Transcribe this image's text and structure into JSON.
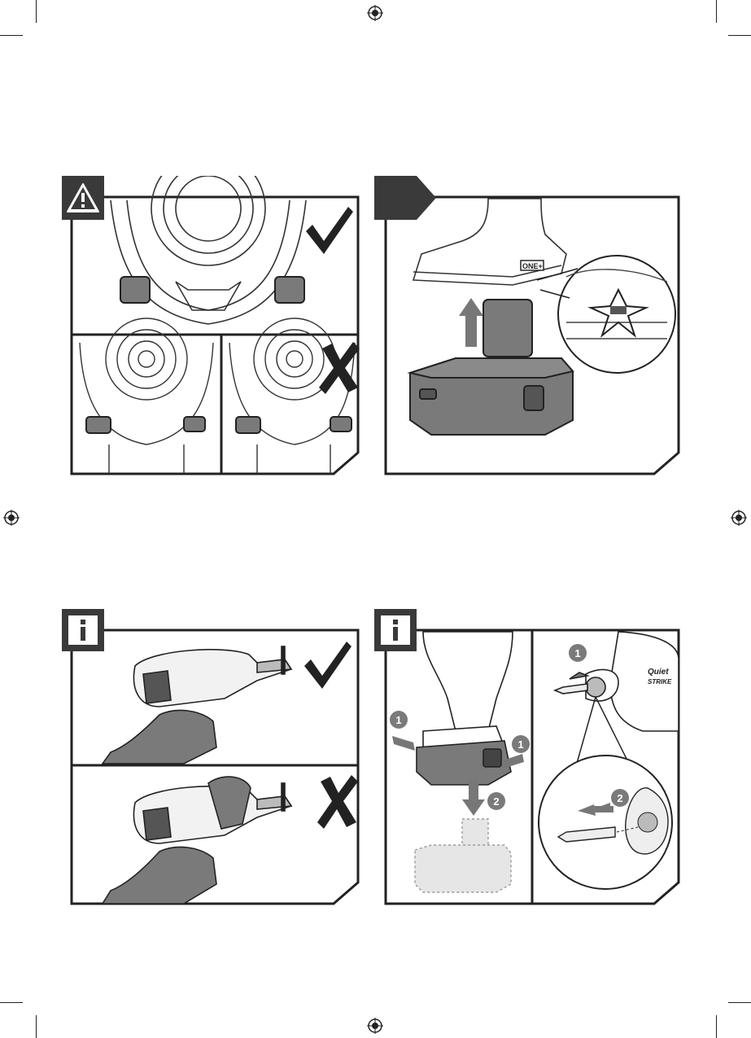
{
  "page": {
    "colors": {
      "ink": "#222222",
      "tool_grey": "#7a7a7a",
      "glove_grey": "#777777",
      "badge_dark": "#3a3a3a",
      "light_fill": "#f2f2f2"
    }
  },
  "figures": {
    "fig1": {
      "badge_icon": "warning-triangle-icon",
      "correct_icon": "checkmark-icon",
      "wrong_icon": "x-mark-icon"
    },
    "fig2": {
      "badge_icon": "arrow-tab-icon",
      "battery_label": "ONE+",
      "zoom_icon": "sparkle-icon"
    },
    "fig3": {
      "badge_icon": "info-icon",
      "correct_icon": "checkmark-icon",
      "wrong_icon": "x-mark-icon"
    },
    "fig4": {
      "badge_icon": "info-icon",
      "step_1": "1",
      "step_2": "2",
      "brand_line1": "Quiet",
      "brand_line2": "STRIKE"
    }
  }
}
